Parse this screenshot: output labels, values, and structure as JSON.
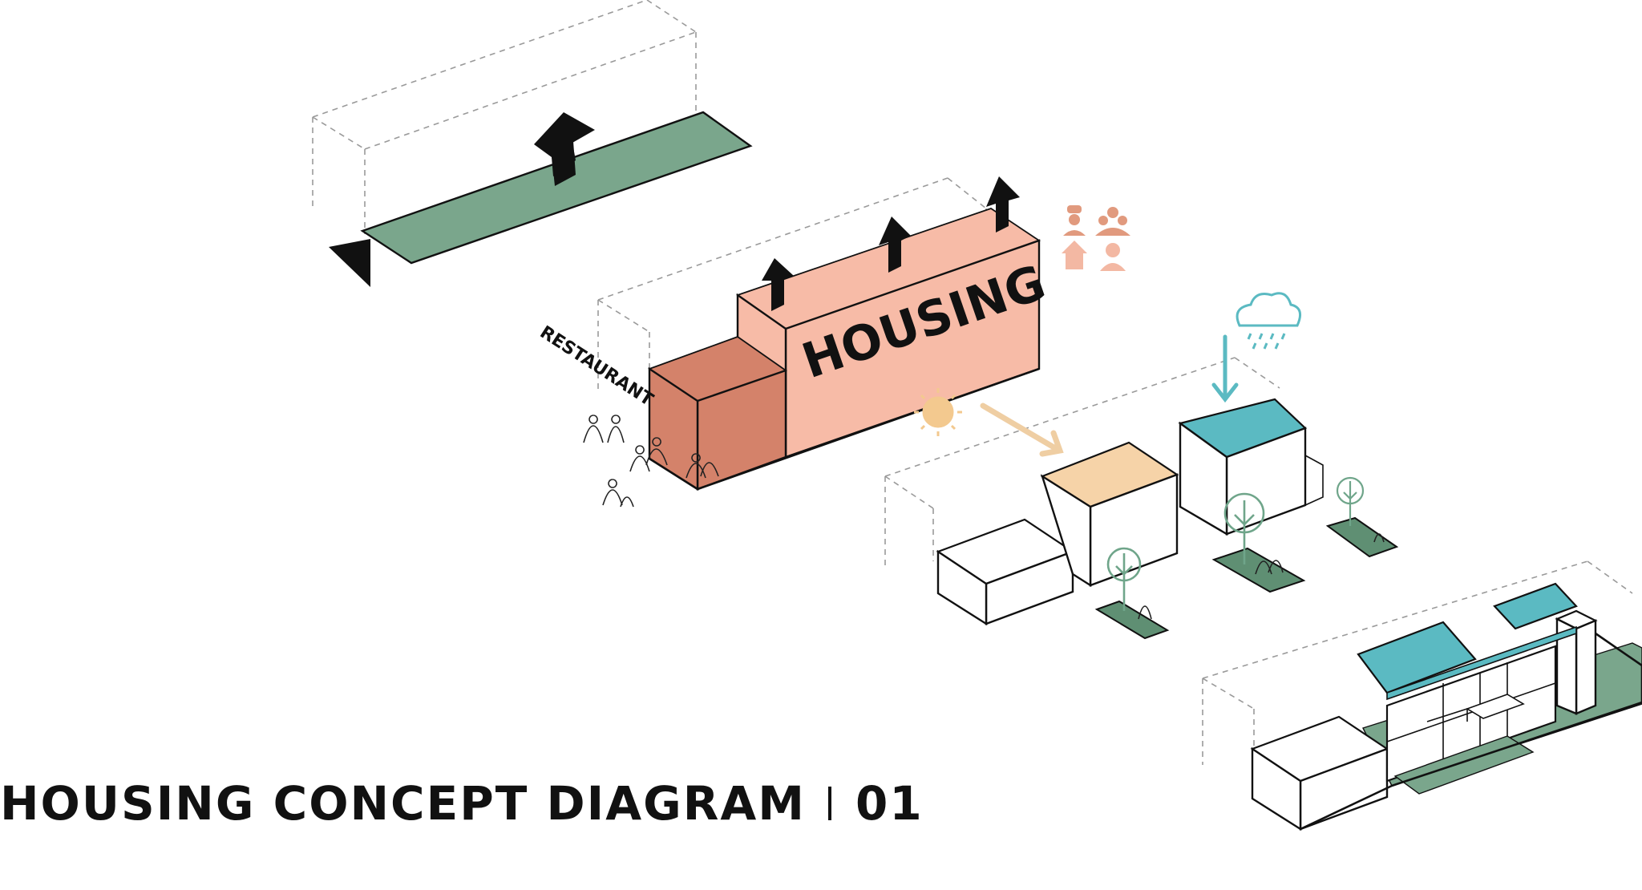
{
  "title": "HOUSING CONCEPT DIAGRAM",
  "title_number": "01",
  "labels": {
    "housing": "HOUSING",
    "restaurant": "RESTAURANT"
  },
  "colors": {
    "green_slab": "#7aa68c",
    "housing_block": "#f7bba7",
    "restaurant_block": "#d4826a",
    "icon_salmon": "#e19a7e",
    "icon_peach": "#f3b8a3",
    "roof_teal": "#5bbac2",
    "roof_peach": "#f6d3a8",
    "sun": "#f3c98f",
    "sun_arrow": "#efcea3",
    "rain": "#5bbac2",
    "tree": "#6fa58a",
    "landscape_green": "#5f8f73"
  },
  "icons": [
    "cook-person-icon",
    "group-people-icon",
    "house-icon",
    "person-icon",
    "rain-cloud-icon",
    "sun-icon",
    "tree-icon"
  ]
}
